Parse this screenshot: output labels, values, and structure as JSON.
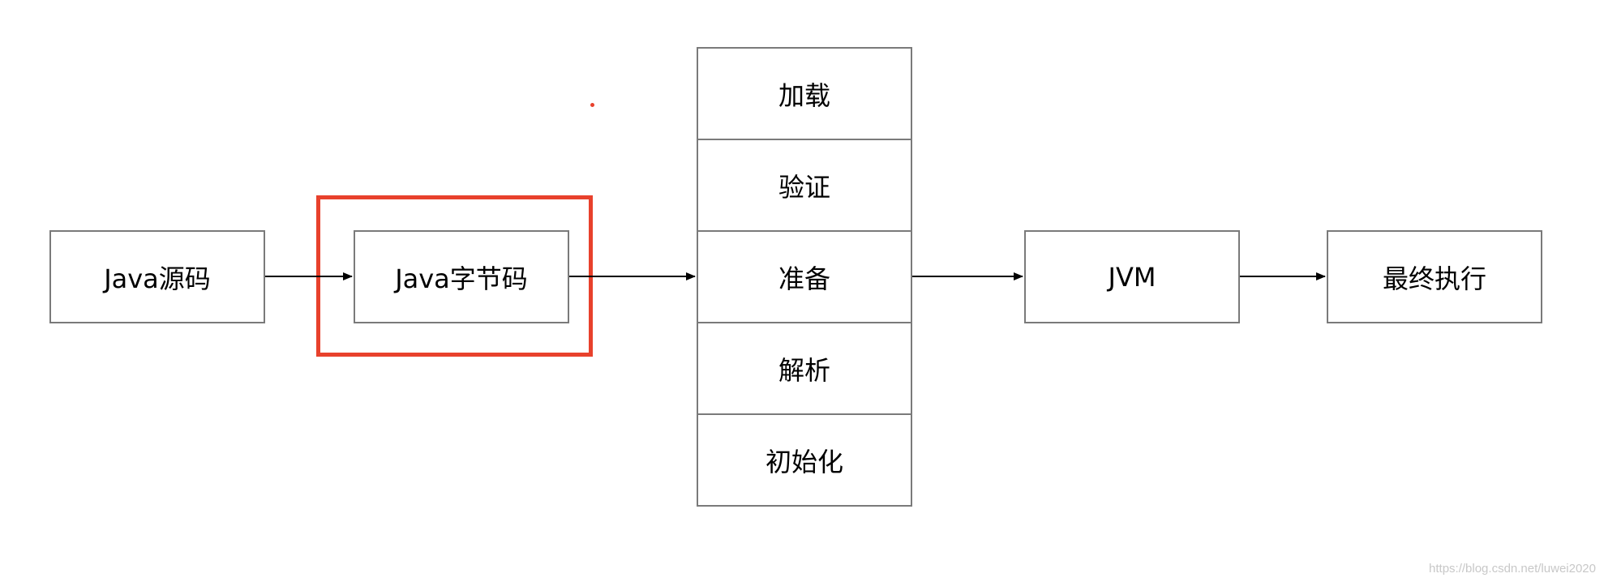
{
  "nodes": {
    "source": "Java源码",
    "bytecode": "Java字节码",
    "jvm": "JVM",
    "final": "最终执行"
  },
  "stages": [
    "加载",
    "验证",
    "准备",
    "解析",
    "初始化"
  ],
  "watermark": "https://blog.csdn.net/luwei2020",
  "colors": {
    "box_border": "#7a7a7a",
    "highlight": "#e8412c",
    "arrow": "#000000"
  }
}
